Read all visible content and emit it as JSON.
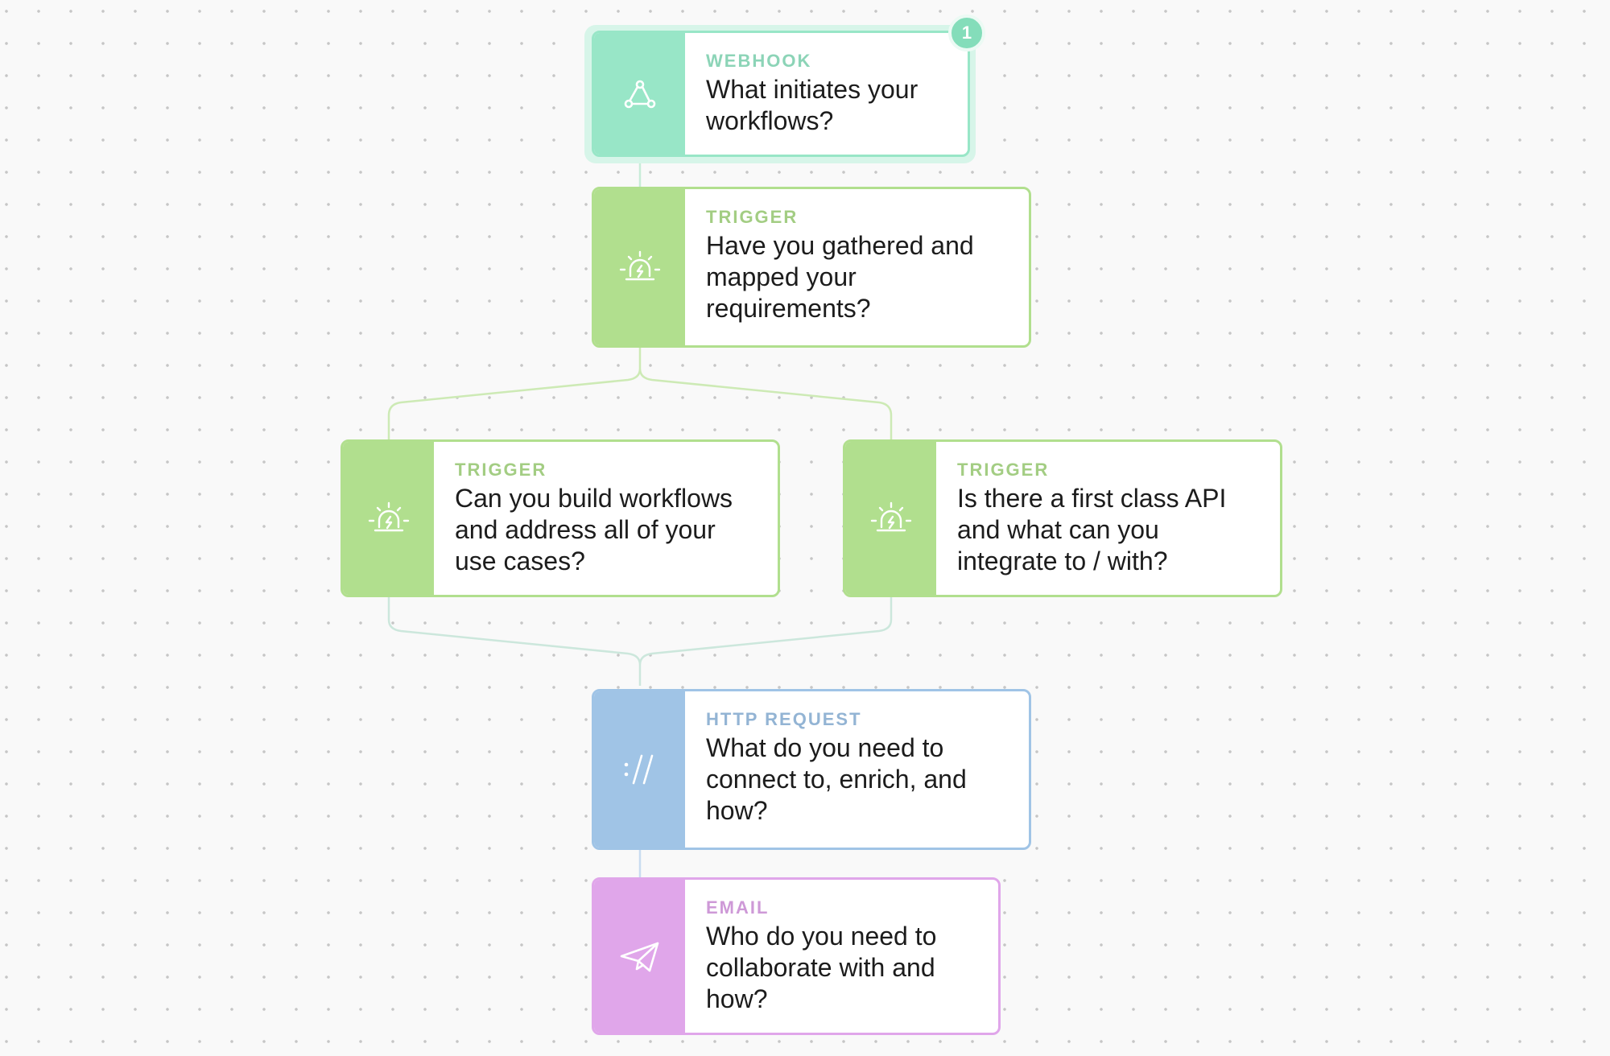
{
  "colors": {
    "webhook": "#98e6c7",
    "trigger": "#b1df8e",
    "http": "#a0c4e6",
    "email": "#e0a6ea"
  },
  "webhook": {
    "badge": "1",
    "icon": "webhook-icon",
    "type_label": "WEBHOOK",
    "question": "What initiates your workflows?"
  },
  "trigger_requirements": {
    "icon": "siren-icon",
    "type_label": "TRIGGER",
    "question": "Have you gathered and mapped your requirements?"
  },
  "trigger_use_cases": {
    "icon": "siren-icon",
    "type_label": "TRIGGER",
    "question": "Can you build workflows and address all of your use cases?"
  },
  "trigger_api": {
    "icon": "siren-icon",
    "type_label": "TRIGGER",
    "question": "Is there a first class API and what can you integrate to / with?"
  },
  "http_request": {
    "icon": "http-slashes-icon",
    "type_label": "HTTP REQUEST",
    "question": "What do you need to connect to, enrich, and how?"
  },
  "email": {
    "icon": "paper-plane-icon",
    "type_label": "EMAIL",
    "question": "Who do you need to collaborate with and how?"
  }
}
